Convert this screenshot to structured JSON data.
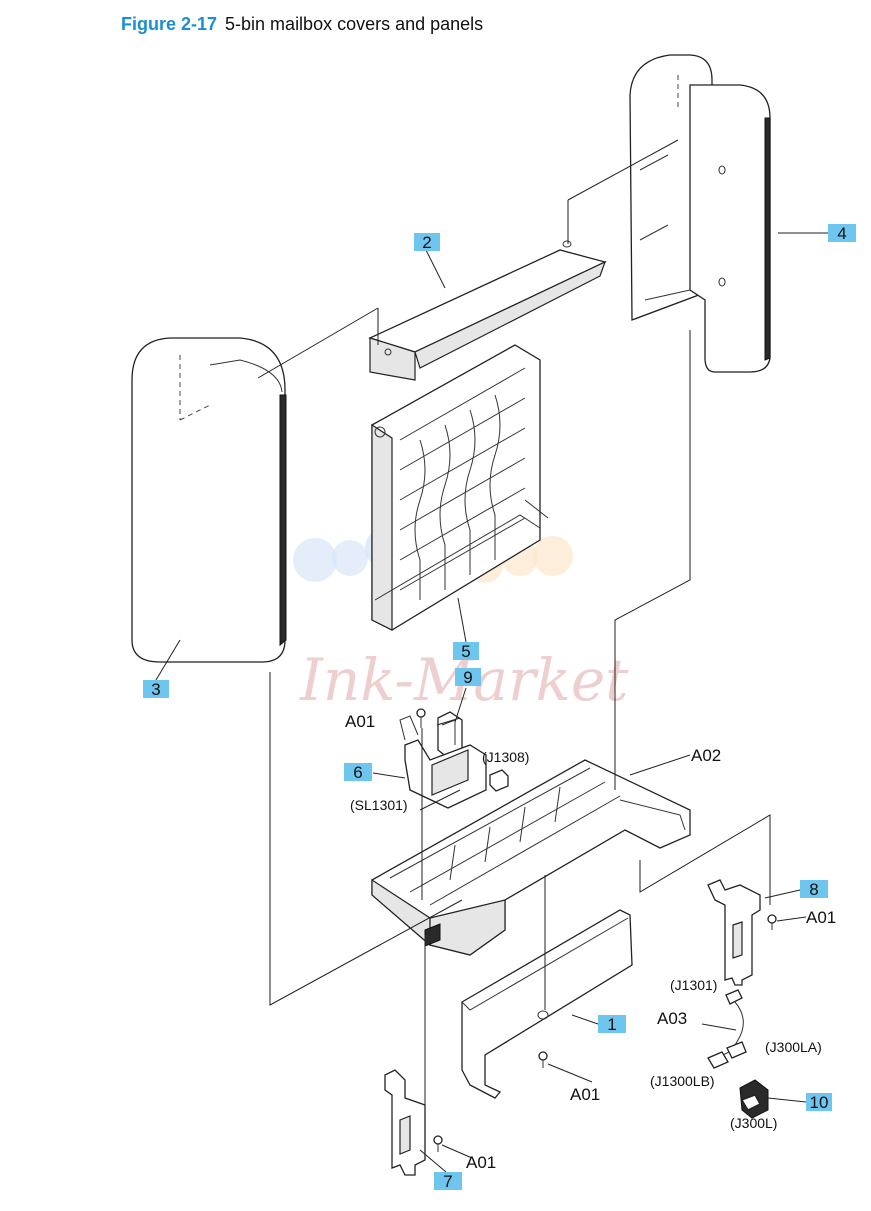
{
  "figure": {
    "number": "Figure 2-17",
    "title": "5-bin mailbox covers and panels"
  },
  "callouts": [
    "1",
    "2",
    "3",
    "4",
    "5",
    "6",
    "7",
    "8",
    "9",
    "10"
  ],
  "labels": {
    "a01_1": "A01",
    "a01_2": "A01",
    "a01_3": "A01",
    "a01_4": "A01",
    "a02": "A02",
    "a03": "A03",
    "j1308": "(J1308)",
    "sl1301": "(SL1301)",
    "j1301": "(J1301)",
    "j300la": "(J300LA)",
    "j1300lb": "(J1300LB)",
    "j300l": "(J300L)"
  },
  "watermark": "Ink-Market",
  "colors": {
    "callout_fill": "#6ec6ee",
    "figure_number": "#1a8fd1"
  }
}
